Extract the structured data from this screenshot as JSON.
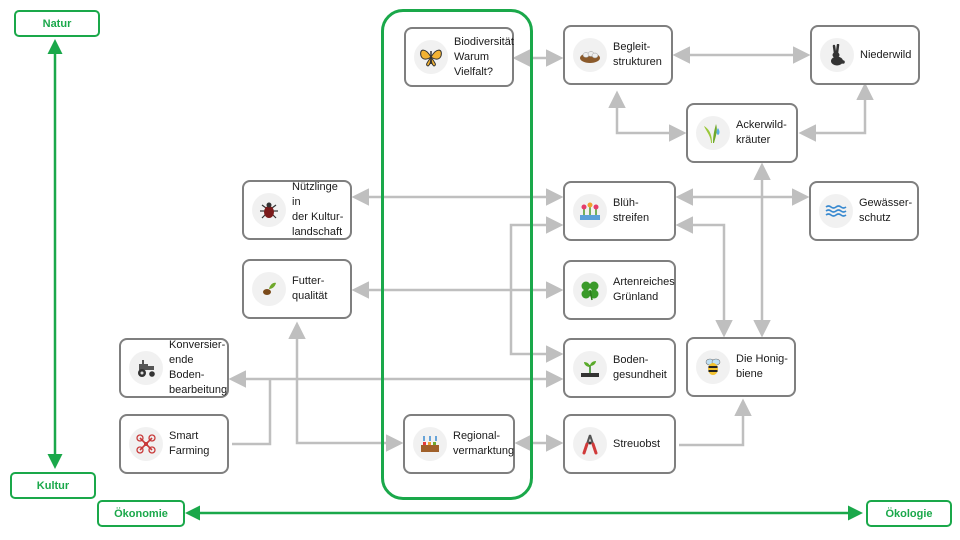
{
  "axes": {
    "natur": "Natur",
    "kultur": "Kultur",
    "oekonomie": "Ökonomie",
    "oekologie": "Ökologie"
  },
  "nodes": {
    "biodiversitaet": "Biodiversität\nWarum\nVielfalt?",
    "begleitstrukturen": "Begleit-\nstrukturen",
    "niederwild": "Niederwild",
    "ackerwildkraeuter": "Ackerwild-\nkräuter",
    "nuetzlinge": "Nützlinge in\nder Kultur-\nlandschaft",
    "bluehstreifen": "Blüh-\nstreifen",
    "gewaesserschutz": "Gewässer-\nschutz",
    "futterqualitaet": "Futter-\nqualität",
    "artenreiches_gruenland": "Artenreiches\nGrünland",
    "konservierende": "Konversier-\nende Boden-\nbearbeitung",
    "bodengesundheit": "Boden-\ngesundheit",
    "honigbiene": "Die Honig-\nbiene",
    "smart_farming": "Smart\nFarming",
    "regionalvermarktung": "Regional-\nvermarktung",
    "streuobst": "Streuobst"
  },
  "colors": {
    "green": "#1aa84a",
    "connector": "#bfbfbf",
    "node_border": "#7f7f7f"
  }
}
